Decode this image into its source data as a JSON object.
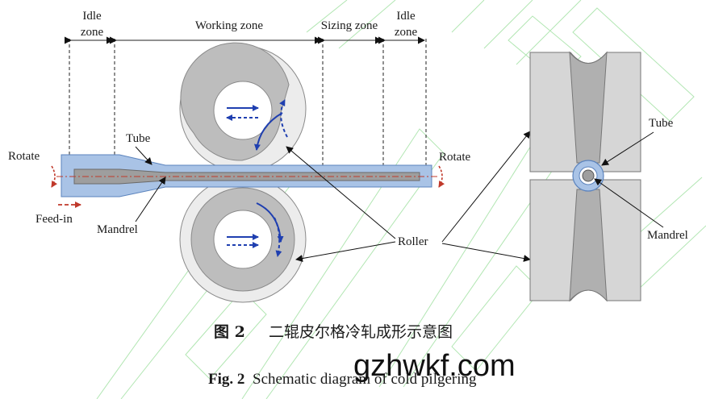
{
  "zones": {
    "idle_left": [
      "Idle",
      "zone"
    ],
    "working": "Working zone",
    "sizing": "Sizing zone",
    "idle_right": [
      "Idle",
      "zone"
    ]
  },
  "labels": {
    "rotate_left": "Rotate",
    "rotate_right": "Rotate",
    "tube": "Tube",
    "feed_in": "Feed-in",
    "mandrel": "Mandrel",
    "roller": "Roller",
    "tube_right": "Tube",
    "mandrel_right": "Mandrel"
  },
  "caption": {
    "cn_num": "图 2",
    "cn_text": "二辊皮尔格冷轧成形示意图",
    "en_num": "Fig. 2",
    "en_text": "Schematic diagram of cold pilgering"
  },
  "watermark": {
    "text": "gzhwkf.com"
  },
  "colors": {
    "roller_outer": "#ececec",
    "roller_inner": "#bdbdbd",
    "tube": "#a9c3e6",
    "tube_stroke": "#5b83bd",
    "mandrel": "#9e9e9e",
    "arrow_blue": "#1f3fb0",
    "arrow_red": "#c0392b",
    "watermark_green": "#9fe0a0"
  }
}
